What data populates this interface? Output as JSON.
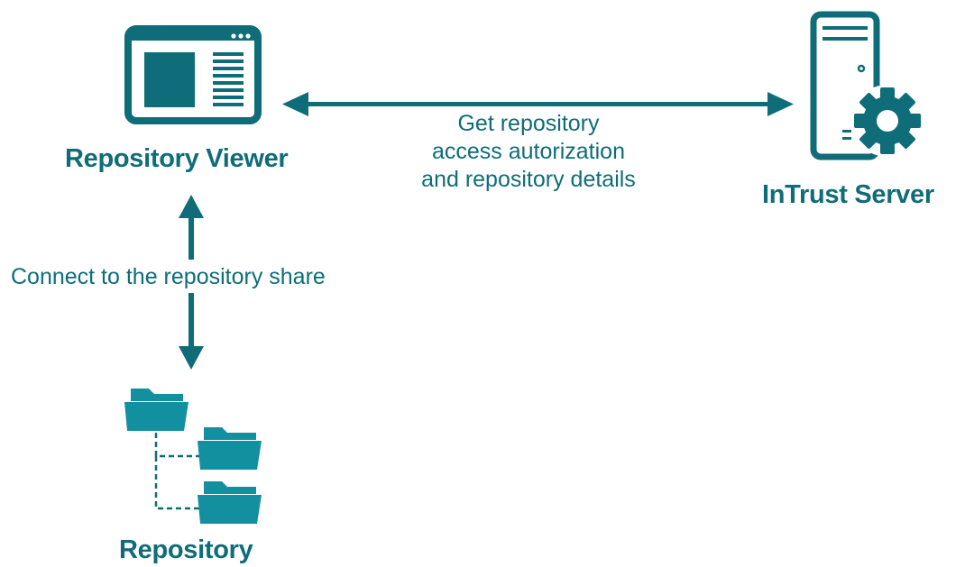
{
  "nodes": {
    "viewer": {
      "label": "Repository Viewer",
      "icon": "browser-window-icon"
    },
    "server": {
      "label": "InTrust Server",
      "icon": "server-gear-icon"
    },
    "repository": {
      "label": "Repository",
      "icon": "folder-tree-icon"
    }
  },
  "edges": {
    "viewer_server": {
      "from": "viewer",
      "to": "server",
      "direction": "bidirectional",
      "lines": [
        "Get repository",
        "access autorization",
        "and repository details"
      ]
    },
    "viewer_repository": {
      "from": "viewer",
      "to": "repository",
      "direction": "bidirectional",
      "label": "Connect to the repository share"
    }
  },
  "colors": {
    "primary": "#0e6d78",
    "folder": "#1390a0",
    "background": "#ffffff"
  }
}
